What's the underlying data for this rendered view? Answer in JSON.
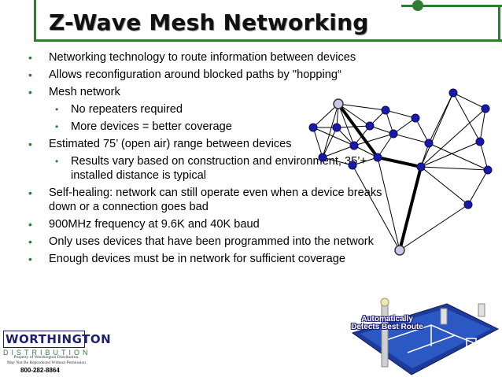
{
  "slide": {
    "title": "Z-Wave Mesh Networking",
    "bullets": [
      {
        "level": 1,
        "text": "Networking technology to route information between devices"
      },
      {
        "level": 1,
        "text": "Allows reconfiguration around blocked paths by \"hopping“"
      },
      {
        "level": 1,
        "text": "Mesh network"
      },
      {
        "level": 2,
        "text": "No repeaters required"
      },
      {
        "level": 2,
        "text": "More devices = better coverage"
      },
      {
        "level": 1,
        "text": "Estimated 75’ (open air) range between devices"
      },
      {
        "level": 2,
        "text": "Results vary based on construction and environment, 35’+ installed distance is typical"
      },
      {
        "level": 1,
        "text": "Self-healing: network can still operate even when a device breaks down or a connection goes bad"
      },
      {
        "level": 1,
        "text": "900MHz frequency at 9.6K and 40K baud"
      },
      {
        "level": 1,
        "text": "Only uses devices that have been programmed into the network"
      },
      {
        "level": 1,
        "text": "Enough devices must be in network for sufficient coverage"
      }
    ]
  },
  "graphic": {
    "house_label_line1": "Automatically",
    "house_label_line2": "Detects Best Route"
  },
  "logo": {
    "name": "WORTHINGTON",
    "sub": "DISTRIBUTION",
    "property_line1": "Property of Worthington Distribution.",
    "property_line2": "May Not Be Reproduced Without Permission",
    "phone": "800-282-8864"
  },
  "colors": {
    "accent": "#2e7d32",
    "node": "#1a1aa8",
    "logo": "#1f1f6e"
  }
}
